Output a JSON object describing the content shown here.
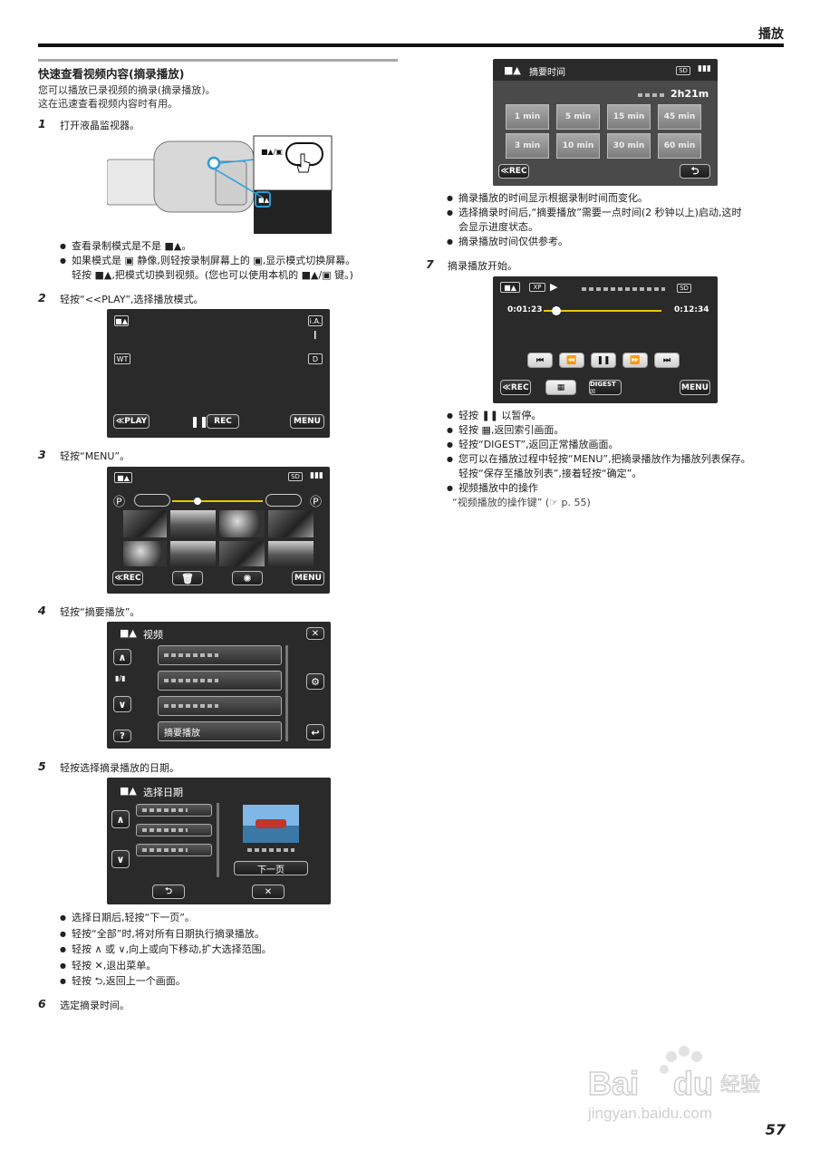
{
  "header": {
    "title": "播放"
  },
  "section": {
    "title": "快速查看视频内容(摘录播放)",
    "intro": [
      "您可以播放已录视频的摘录(摘录播放)。",
      "这在迅速查看视频内容时有用。"
    ]
  },
  "steps": {
    "s1": {
      "num": "1",
      "text": "打开液晶监视器。"
    },
    "s2": {
      "num": "2",
      "text": "轻按“<<PLAY”,选择播放模式。"
    },
    "s3": {
      "num": "3",
      "text": "轻按“MENU”。"
    },
    "s4": {
      "num": "4",
      "text": "轻按“摘要播放”。"
    },
    "s5": {
      "num": "5",
      "text": "轻按选择摘录播放的日期。"
    },
    "s6": {
      "num": "6",
      "text": "选定摘录时间。"
    },
    "s7": {
      "num": "7",
      "text": "摘录播放开始。"
    }
  },
  "notes1": [
    "查看录制模式是不是 ■▲。",
    "如果模式是 ▣ 静像,则轻按录制屏幕上的 ▣,显示模式切换屏幕。",
    "轻按 ■▲,把模式切换到视频。(您也可以使用本机的 ■▲/▣ 键。)"
  ],
  "notes5": [
    "选择日期后,轻按“下一页”。",
    "轻按“全部”时,将对所有日期执行摘录播放。",
    "轻按 ∧ 或 ∨,向上或向下移动,扩大选择范围。",
    "轻按 ✕,退出菜单。",
    "轻按 ⮌,返回上一个画面。"
  ],
  "notes6": [
    "摘录播放的时间显示根据录制时间而变化。",
    "选择摘录时间后,“摘要播放”需要一点时间(2 秒钟以上)启动,这时",
    "会显示进度状态。",
    "摘录播放时间仅供参考。"
  ],
  "notes7": [
    "轻按 ❚❚ 以暂停。",
    "轻按 ▦,返回索引画面。",
    "轻按“DIGEST”,返回正常播放画面。",
    "您可以在播放过程中轻按“MENU”,把摘录播放作为播放列表保存。",
    "轻按“保存至播放列表”,接着轻按“确定”。",
    "视频播放中的操作",
    "“视频播放的操作键” (☞ p. 55)"
  ],
  "screen_play": {
    "ia": "i.A.",
    "wt": "WT",
    "d": "D",
    "play_btn": "≪PLAY",
    "rec_btn": "REC",
    "menu_btn": "MENU"
  },
  "screen_index": {
    "sd": "SD",
    "rec_btn": "≪REC",
    "menu_btn": "MENU"
  },
  "screen_menu": {
    "title": "视频",
    "page": "▮/▮",
    "help": "?",
    "item_digest": "摘要播放"
  },
  "screen_date": {
    "title": "选择日期",
    "next_btn": "下一页"
  },
  "screen_time": {
    "title": "摘要时间",
    "sd": "SD",
    "remaining": "2h21m",
    "options": [
      "1 min",
      "5 min",
      "15 min",
      "45 min",
      "3 min",
      "10 min",
      "30 min",
      "60 min"
    ],
    "rec_btn": "≪REC"
  },
  "screen_playback": {
    "xp": "XP",
    "sd": "SD",
    "elapsed": "0:01:23",
    "total": "0:12:34",
    "progress": 0.11,
    "rec_btn": "≪REC",
    "digest_btn": "DIGEST ☒",
    "menu_btn": "MENU"
  },
  "footer": {
    "page_number": "57",
    "watermark_brand": "Bai●du 经验",
    "watermark_url": "jingyan.baidu.com"
  },
  "colors": {
    "screen_bg": "#2a2a2a",
    "accent": "#111111"
  }
}
